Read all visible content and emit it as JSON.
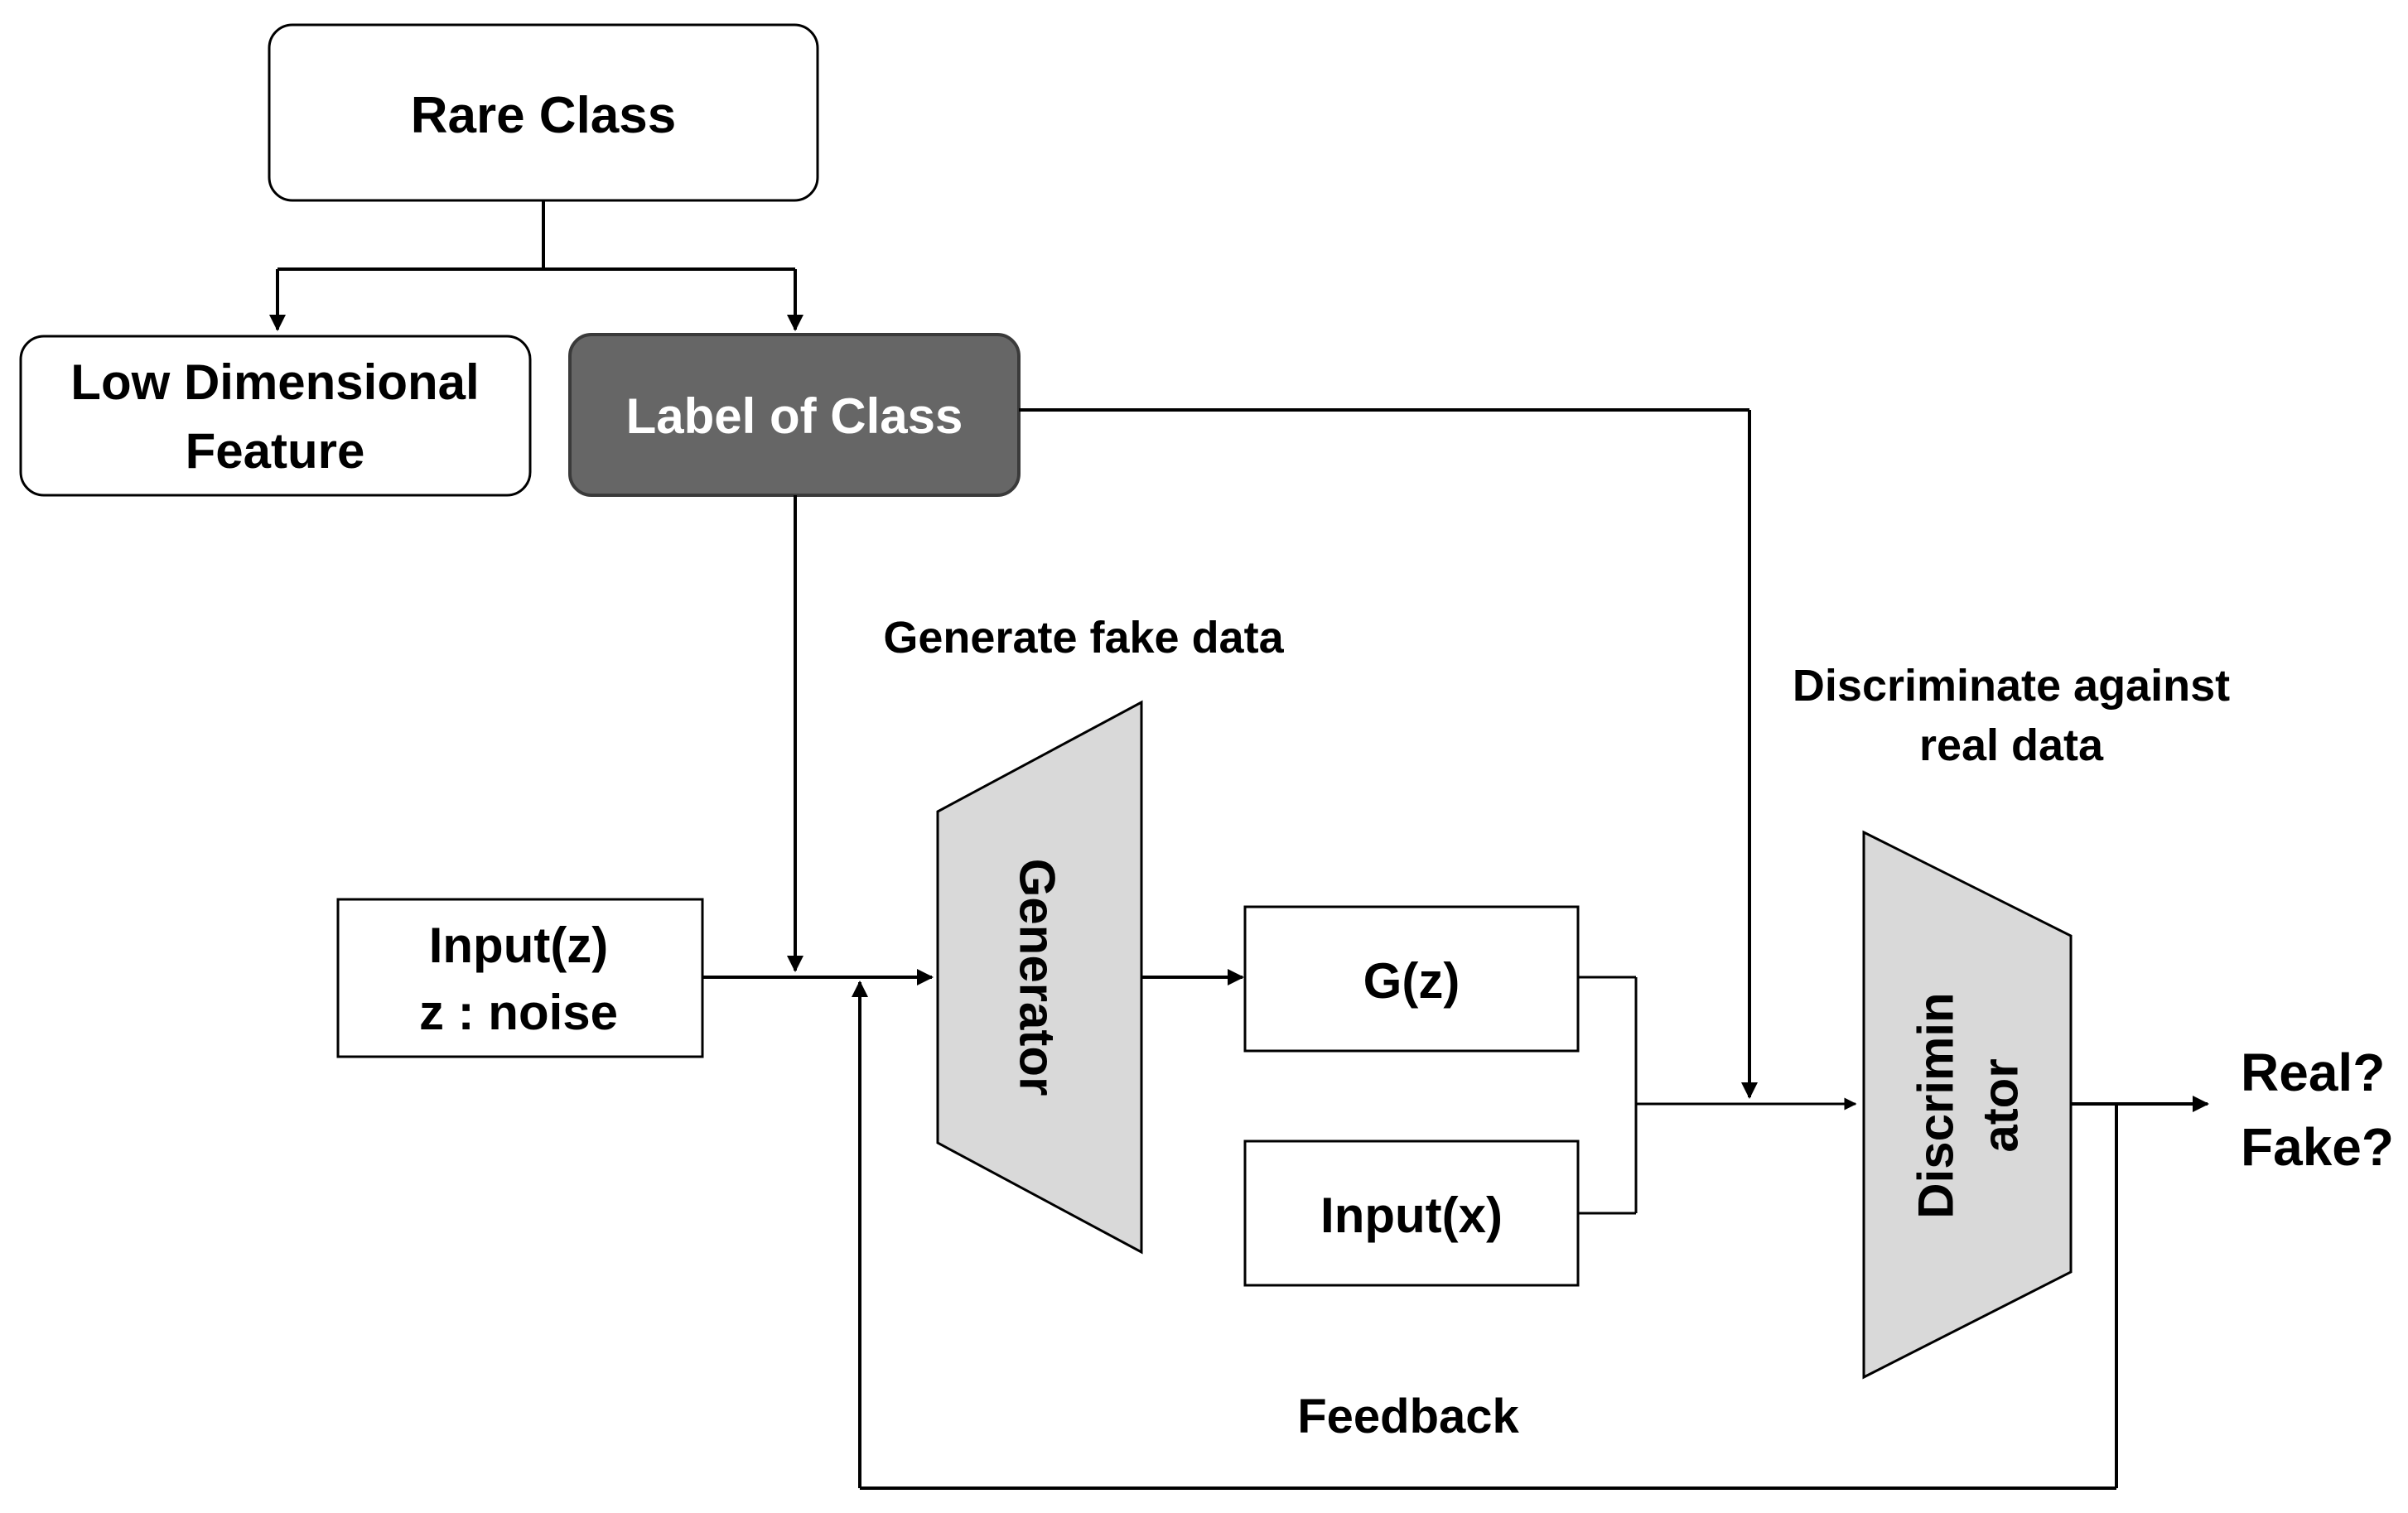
{
  "nodes": {
    "rare_class": "Rare Class",
    "low_dim_line1": "Low Dimensional",
    "low_dim_line2": "Feature",
    "label_of_class": "Label of Class",
    "input_z_line1": "Input(z)",
    "input_z_line2": "z : noise",
    "generator": "Generator",
    "gz": "G(z)",
    "input_x": "Input(x)",
    "discriminator_line1": "Discrimin",
    "discriminator_line2": "ator"
  },
  "labels": {
    "generate_fake": "Generate fake data",
    "discriminate_line1": "Discriminate against",
    "discriminate_line2": "real data",
    "feedback": "Feedback",
    "output_line1": "Real?",
    "output_line2": "Fake?"
  },
  "colors": {
    "label_box_fill": "#666666",
    "label_box_text": "#ffffff",
    "trapezoid_fill": "#d9d9d9",
    "stroke": "#000000"
  }
}
